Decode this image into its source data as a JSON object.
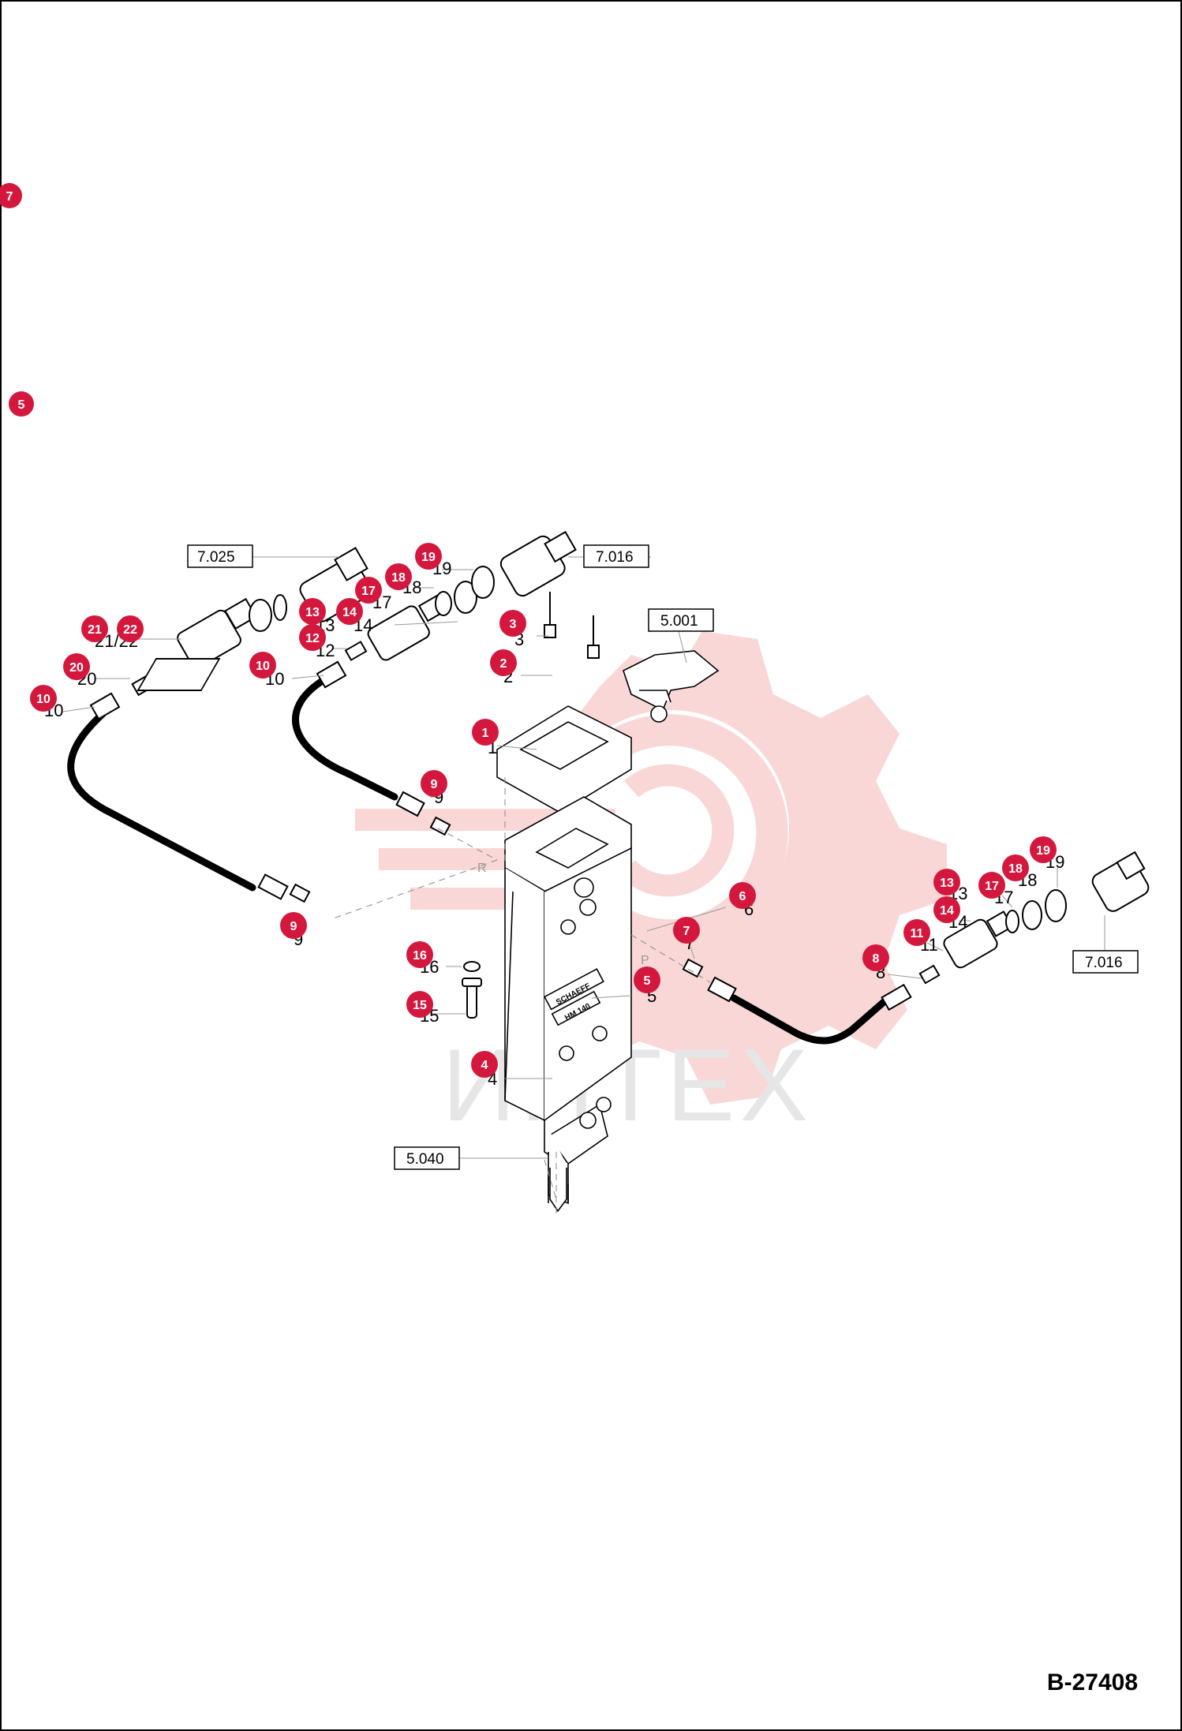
{
  "drawing_code": "B-27408",
  "watermark_text": "ИНТЕХ",
  "colors": {
    "callout": "#d4183d",
    "watermark": "#f5b7b7",
    "line": "#000000"
  },
  "reference_boxes": [
    {
      "id": "ref-7025-left",
      "label": "7.025"
    },
    {
      "id": "ref-7016-top",
      "label": "7.016"
    },
    {
      "id": "ref-5001",
      "label": "5.001"
    },
    {
      "id": "ref-7016-right",
      "label": "7.016"
    },
    {
      "id": "ref-5040",
      "label": "5.040"
    }
  ],
  "callouts": [
    {
      "id": "c-7-edge",
      "number": "7"
    },
    {
      "id": "c-5-edge",
      "number": "5"
    },
    {
      "id": "c-19-top",
      "number": "19"
    },
    {
      "id": "c-18-top",
      "number": "18"
    },
    {
      "id": "c-17-top",
      "number": "17"
    },
    {
      "id": "c-14-top",
      "number": "14"
    },
    {
      "id": "c-13-top",
      "number": "13"
    },
    {
      "id": "c-12",
      "number": "12"
    },
    {
      "id": "c-21",
      "number": "21"
    },
    {
      "id": "c-22",
      "number": "22"
    },
    {
      "id": "c-20",
      "number": "20"
    },
    {
      "id": "c-10-left",
      "number": "10"
    },
    {
      "id": "c-10-mid",
      "number": "10"
    },
    {
      "id": "c-3",
      "number": "3"
    },
    {
      "id": "c-2",
      "number": "2"
    },
    {
      "id": "c-1",
      "number": "1"
    },
    {
      "id": "c-9-mid",
      "number": "9"
    },
    {
      "id": "c-9-low",
      "number": "9"
    },
    {
      "id": "c-6",
      "number": "6"
    },
    {
      "id": "c-7",
      "number": "7"
    },
    {
      "id": "c-5",
      "number": "5"
    },
    {
      "id": "c-16",
      "number": "16"
    },
    {
      "id": "c-15",
      "number": "15"
    },
    {
      "id": "c-4",
      "number": "4"
    },
    {
      "id": "c-8",
      "number": "8"
    },
    {
      "id": "c-11",
      "number": "11"
    },
    {
      "id": "c-13-right",
      "number": "13"
    },
    {
      "id": "c-14-right",
      "number": "14"
    },
    {
      "id": "c-17-right",
      "number": "17"
    },
    {
      "id": "c-18-right",
      "number": "18"
    },
    {
      "id": "c-19-right",
      "number": "19"
    }
  ],
  "plain_labels": [
    {
      "id": "t-19-top",
      "text": "19"
    },
    {
      "id": "t-18-top",
      "text": "18"
    },
    {
      "id": "t-17-top",
      "text": "17"
    },
    {
      "id": "t-14-top",
      "text": "14"
    },
    {
      "id": "t-13-top",
      "text": "13"
    },
    {
      "id": "t-12",
      "text": "12"
    },
    {
      "id": "t-2122",
      "text": "21/22"
    },
    {
      "id": "t-20",
      "text": "20"
    },
    {
      "id": "t-10-left",
      "text": "10"
    },
    {
      "id": "t-10-mid",
      "text": "10"
    },
    {
      "id": "t-3",
      "text": "3"
    },
    {
      "id": "t-2",
      "text": "2"
    },
    {
      "id": "t-1",
      "text": "1"
    },
    {
      "id": "t-9-mid",
      "text": "9"
    },
    {
      "id": "t-9-low",
      "text": "9"
    },
    {
      "id": "t-6",
      "text": "6"
    },
    {
      "id": "t-7",
      "text": "7"
    },
    {
      "id": "t-5",
      "text": "5"
    },
    {
      "id": "t-16",
      "text": "16"
    },
    {
      "id": "t-15",
      "text": "15"
    },
    {
      "id": "t-4",
      "text": "4"
    },
    {
      "id": "t-8",
      "text": "8"
    },
    {
      "id": "t-11",
      "text": "11"
    },
    {
      "id": "t-13-right",
      "text": "13"
    },
    {
      "id": "t-14-right",
      "text": "14"
    },
    {
      "id": "t-17-right",
      "text": "17"
    },
    {
      "id": "t-18-right",
      "text": "18"
    },
    {
      "id": "t-19-right",
      "text": "19"
    },
    {
      "id": "t-R",
      "text": "R"
    },
    {
      "id": "t-P",
      "text": "P"
    }
  ],
  "body_markings": {
    "brand": "SCHAEFF",
    "model": "HM 140"
  }
}
